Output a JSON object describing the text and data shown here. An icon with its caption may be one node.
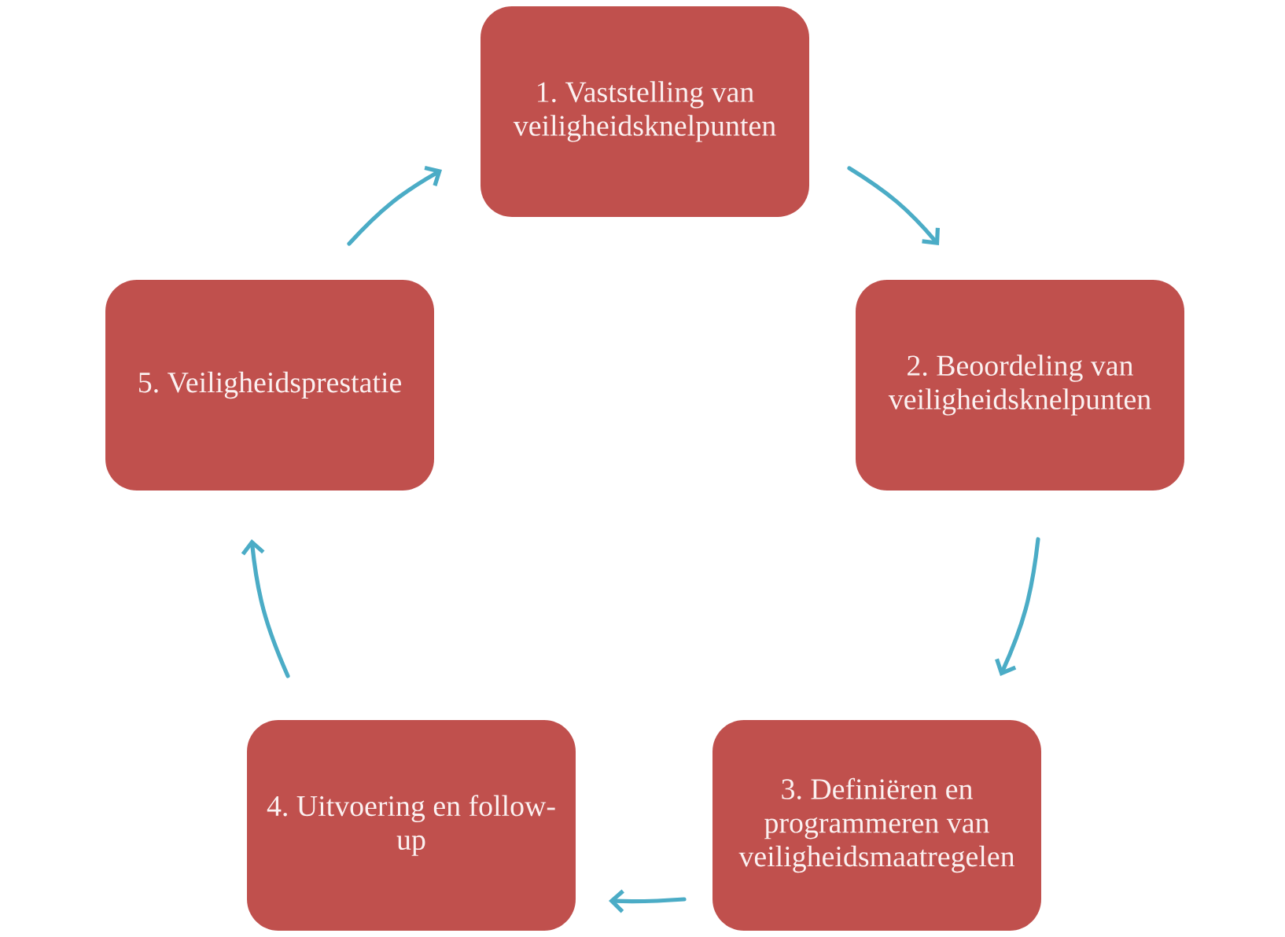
{
  "diagram": {
    "nodes": [
      {
        "text": [
          "1. Vaststelling van veiligheidsknelpunten"
        ]
      },
      {
        "text": [
          "2. Beoordeling van veiligheidsknelpunten"
        ]
      },
      {
        "text": [
          "3. Definiëren en programmeren van veiligheidsmaatregelen"
        ]
      },
      {
        "text": [
          "4. Uitvoering en follow-up"
        ]
      },
      {
        "text": [
          "5. Veiligheidsprestatie"
        ]
      }
    ],
    "edges": [
      {
        "from": 0,
        "to": 1,
        "arrow": "to"
      },
      {
        "from": 1,
        "to": 2,
        "arrow": "to"
      },
      {
        "from": 2,
        "to": 3,
        "arrow": "to"
      },
      {
        "from": 3,
        "to": 4,
        "arrow": "to"
      },
      {
        "from": 4,
        "to": 0,
        "arrow": "to"
      }
    ]
  }
}
